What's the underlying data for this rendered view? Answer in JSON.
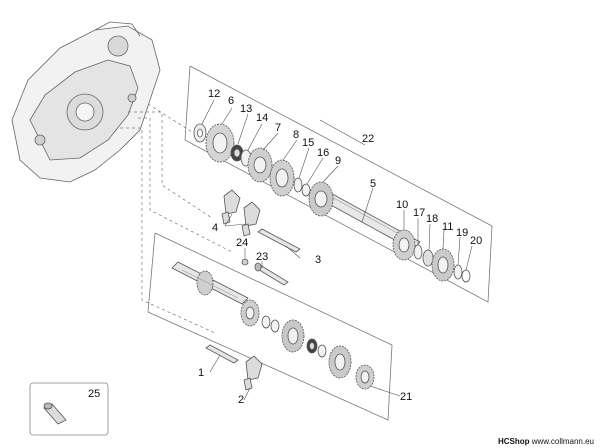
{
  "callouts": {
    "c1": "1",
    "c2": "2",
    "c3": "3",
    "c4": "4",
    "c5": "5",
    "c6": "6",
    "c7": "7",
    "c8": "8",
    "c9": "9",
    "c10": "10",
    "c11": "11",
    "c12": "12",
    "c13": "13",
    "c14": "14",
    "c15": "15",
    "c16": "16",
    "c17": "17",
    "c18": "18",
    "c19": "19",
    "c20": "20",
    "c21": "21",
    "c22": "22",
    "c23": "23",
    "c24": "24",
    "c25": "25"
  },
  "footer": {
    "brand": "HCShop",
    "url": "www.collmann.eu"
  },
  "colors": {
    "line": "#555555",
    "part_fill": "#e6e6e6",
    "part_dark": "#9a9a9a"
  }
}
